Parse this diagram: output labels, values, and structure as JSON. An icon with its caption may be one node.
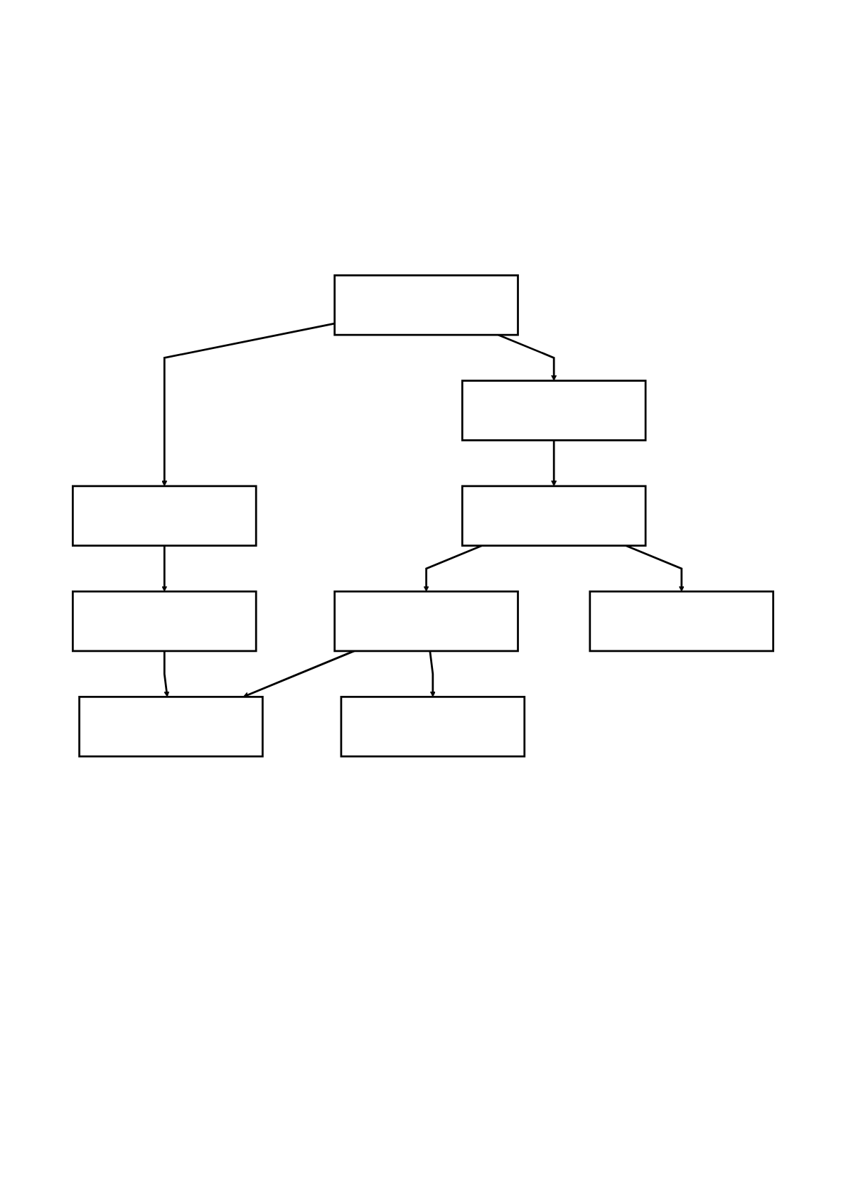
{
  "diagram": {
    "nodes": [
      {
        "text": [],
        "shape": "box"
      },
      {
        "text": [],
        "shape": "box"
      },
      {
        "text": [],
        "shape": "box"
      },
      {
        "text": [],
        "shape": "box"
      },
      {
        "text": [],
        "shape": "box"
      },
      {
        "text": [],
        "shape": "box"
      },
      {
        "text": [],
        "shape": "box"
      },
      {
        "text": [],
        "shape": "box"
      },
      {
        "text": [],
        "shape": "box"
      }
    ],
    "edges": [
      {
        "from": 0,
        "to": 1,
        "arrow": "to"
      },
      {
        "from": 0,
        "to": 2,
        "arrow": "to"
      },
      {
        "from": 1,
        "to": 3,
        "arrow": "to"
      },
      {
        "from": 2,
        "to": 4,
        "arrow": "to"
      },
      {
        "from": 3,
        "to": 5,
        "arrow": "to"
      },
      {
        "from": 4,
        "to": 6,
        "arrow": "to"
      },
      {
        "from": 4,
        "to": 7,
        "arrow": "to"
      },
      {
        "from": 6,
        "to": 5,
        "arrow": "to"
      },
      {
        "from": 6,
        "to": 8,
        "arrow": "to"
      }
    ]
  }
}
